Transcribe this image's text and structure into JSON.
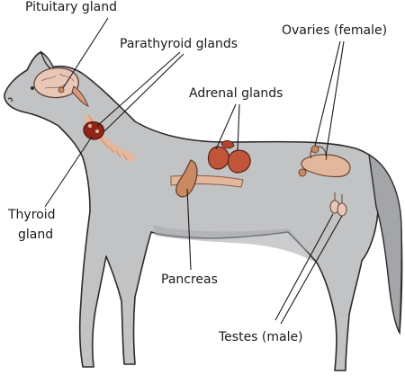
{
  "labels": {
    "pituitary": "Pituitary gland",
    "parathyroid": "Parathyroid glands",
    "adrenal": "Adrenal glands",
    "ovaries": "Ovaries (female)",
    "thyroid_line1": "Thyroid",
    "thyroid_line2": "gland",
    "pancreas": "Pancreas",
    "testes": "Testes (male)"
  },
  "colors": {
    "horse_body": "#c2c3c5",
    "horse_shade": "#9ea0a3",
    "outline": "#2b2b2b",
    "brain": "#e8c7b8",
    "gland_tan": "#c98a62",
    "gland_red": "#b3472d",
    "thyroid_red": "#8f2418",
    "trachea": "#e3b79c"
  }
}
